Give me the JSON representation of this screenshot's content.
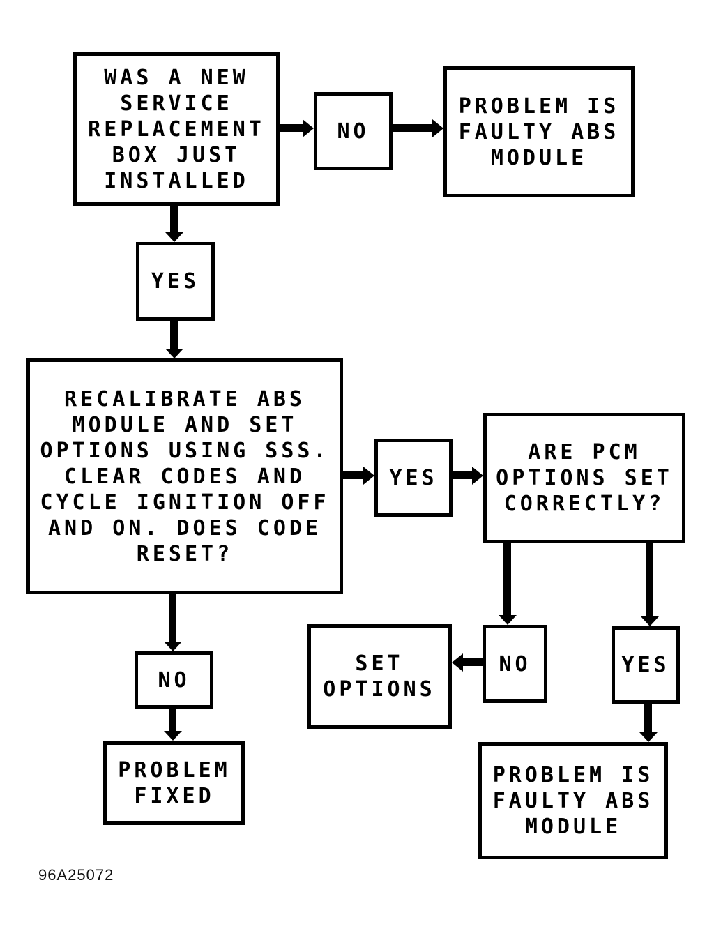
{
  "page": {
    "background_color": "#ffffff",
    "ink_color": "#000000",
    "figure_id": "96A25072"
  },
  "nodes": {
    "start": {
      "label": "WAS A NEW\nSERVICE\nREPLACEMENT\nBOX JUST\nINSTALLED"
    },
    "no1": {
      "label": "NO"
    },
    "faulty_abs_top": {
      "label": "PROBLEM IS\nFAULTY ABS\nMODULE"
    },
    "yes1": {
      "label": "YES"
    },
    "recalibrate": {
      "label": "RECALIBRATE ABS\nMODULE AND SET\nOPTIONS USING SSS.\nCLEAR CODES AND\nCYCLE IGNITION OFF\nAND ON. DOES CODE\nRESET?"
    },
    "yes2": {
      "label": "YES"
    },
    "pcm_options": {
      "label": "ARE PCM\nOPTIONS SET\nCORRECTLY?"
    },
    "no2": {
      "label": "NO"
    },
    "problem_fixed": {
      "label": "PROBLEM\nFIXED"
    },
    "set_options": {
      "label": "SET\nOPTIONS"
    },
    "no3": {
      "label": "NO"
    },
    "yes3": {
      "label": "YES"
    },
    "faulty_abs_bottom": {
      "label": "PROBLEM IS\nFAULTY ABS\nMODULE"
    }
  },
  "edges": [
    {
      "from": "start",
      "to": "no1",
      "direction": "right"
    },
    {
      "from": "no1",
      "to": "faulty_abs_top",
      "direction": "right"
    },
    {
      "from": "start",
      "to": "yes1",
      "direction": "down"
    },
    {
      "from": "yes1",
      "to": "recalibrate",
      "direction": "down"
    },
    {
      "from": "recalibrate",
      "to": "yes2",
      "direction": "right"
    },
    {
      "from": "yes2",
      "to": "pcm_options",
      "direction": "right"
    },
    {
      "from": "recalibrate",
      "to": "no2",
      "direction": "down"
    },
    {
      "from": "no2",
      "to": "problem_fixed",
      "direction": "down"
    },
    {
      "from": "pcm_options",
      "to": "no3",
      "direction": "down"
    },
    {
      "from": "pcm_options",
      "to": "yes3",
      "direction": "down"
    },
    {
      "from": "no3",
      "to": "set_options",
      "direction": "left"
    },
    {
      "from": "yes3",
      "to": "faulty_abs_bottom",
      "direction": "down"
    }
  ]
}
